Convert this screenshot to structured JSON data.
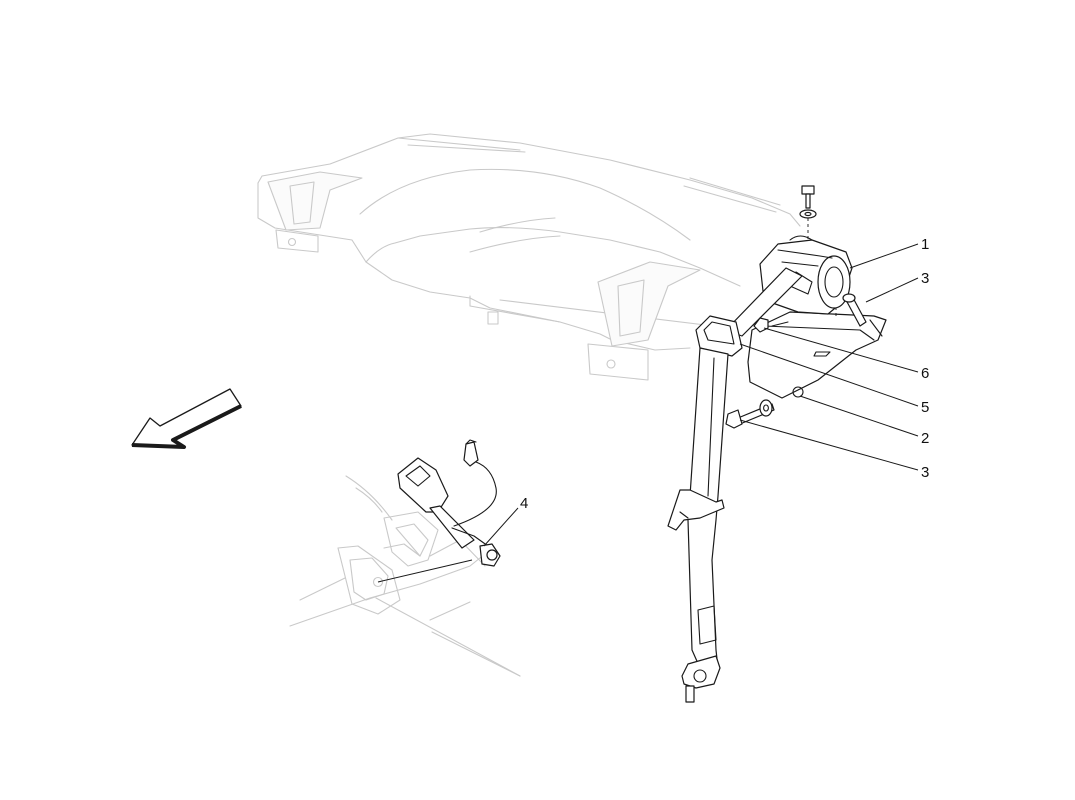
{
  "diagram": {
    "callouts": [
      {
        "id": "c1",
        "label": "1"
      },
      {
        "id": "c3a",
        "label": "3"
      },
      {
        "id": "c6",
        "label": "6"
      },
      {
        "id": "c5",
        "label": "5"
      },
      {
        "id": "c2",
        "label": "2"
      },
      {
        "id": "c3b",
        "label": "3"
      },
      {
        "id": "c4",
        "label": "4"
      }
    ]
  },
  "colors": {
    "line": "#1a1a1a",
    "background_outline": "#c9c9c9",
    "background": "#ffffff"
  },
  "icons": {
    "direction": "direction-arrow-icon"
  }
}
